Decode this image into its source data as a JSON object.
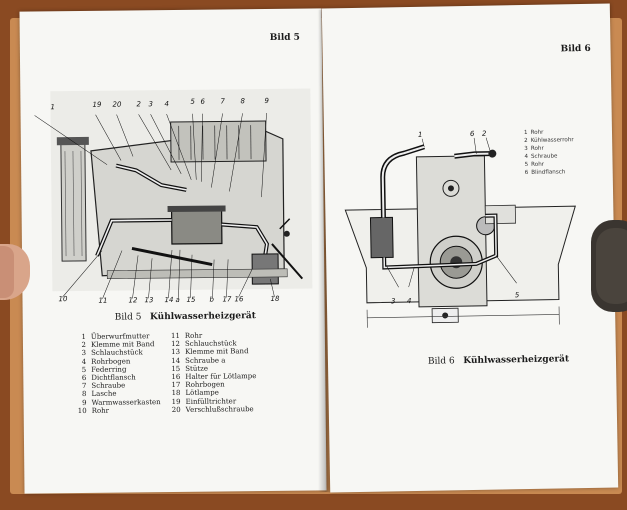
{
  "left_page": {
    "page_label": "Bild 5",
    "caption_prefix": "Bild 5",
    "caption_title": "Kühlwasserheizgerät",
    "callouts": [
      "1",
      "19",
      "20",
      "2",
      "3",
      "4",
      "5",
      "6",
      "7",
      "8",
      "9",
      "10",
      "11",
      "12",
      "13",
      "14",
      "a",
      "15",
      "b",
      "17",
      "16",
      "18"
    ],
    "legend_left": [
      {
        "num": "1",
        "text": "Überwurfmutter"
      },
      {
        "num": "2",
        "text": "Klemme mit Band"
      },
      {
        "num": "3",
        "text": "Schlauchstück"
      },
      {
        "num": "4",
        "text": "Rohrbogen"
      },
      {
        "num": "5",
        "text": "Federring"
      },
      {
        "num": "6",
        "text": "Dichtflansch"
      },
      {
        "num": "7",
        "text": "Schraube"
      },
      {
        "num": "8",
        "text": "Lasche"
      },
      {
        "num": "9",
        "text": "Warmwasserkasten"
      },
      {
        "num": "10",
        "text": "Rohr"
      }
    ],
    "legend_right": [
      {
        "num": "11",
        "text": "Rohr"
      },
      {
        "num": "12",
        "text": "Schlauchstück"
      },
      {
        "num": "13",
        "text": "Klemme mit Band"
      },
      {
        "num": "14",
        "text": "Schraube a"
      },
      {
        "num": "15",
        "text": "Stütze"
      },
      {
        "num": "16",
        "text": "Halter für Lötlampe"
      },
      {
        "num": "17",
        "text": "Rohrbogen"
      },
      {
        "num": "18",
        "text": "Lötlampe"
      },
      {
        "num": "19",
        "text": "Einfülltrichter"
      },
      {
        "num": "20",
        "text": "Verschlußschraube"
      }
    ]
  },
  "right_page": {
    "page_label": "Bild 6",
    "caption_prefix": "Bild 6",
    "caption_title": "Kühlwasserheizgerät",
    "callouts": [
      "1",
      "6",
      "2",
      "3",
      "4",
      "5"
    ],
    "legend": [
      {
        "num": "1",
        "text": "Rohr"
      },
      {
        "num": "2",
        "text": "Kühlwasserrohr"
      },
      {
        "num": "3",
        "text": "Rohr"
      },
      {
        "num": "4",
        "text": "Schraube"
      },
      {
        "num": "5",
        "text": "Rohr"
      },
      {
        "num": "6",
        "text": "Blindflansch"
      }
    ]
  }
}
